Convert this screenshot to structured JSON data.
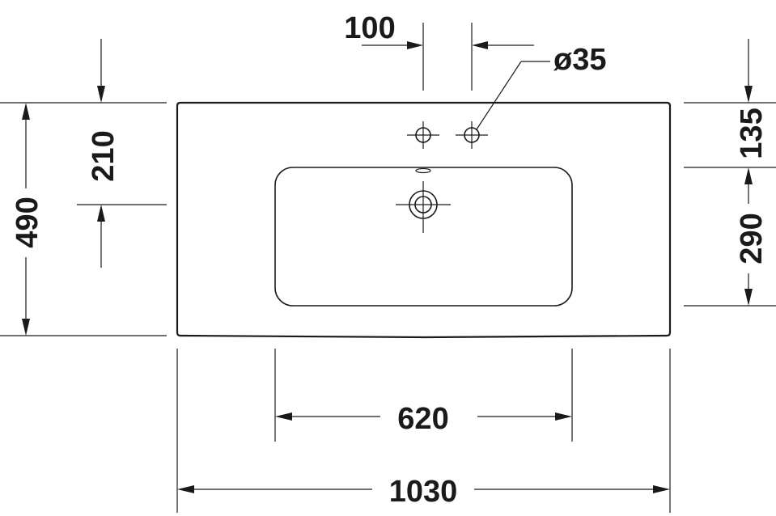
{
  "dimensions": {
    "tap_spacing": "100",
    "tap_hole_diameter": "ø35",
    "overall_depth": "490",
    "rear_to_drain": "210",
    "rear_to_bowl": "135",
    "bowl_depth": "290",
    "bowl_width": "620",
    "overall_width": "1030"
  },
  "colors": {
    "line": "#1a1a1a",
    "background": "#ffffff"
  }
}
